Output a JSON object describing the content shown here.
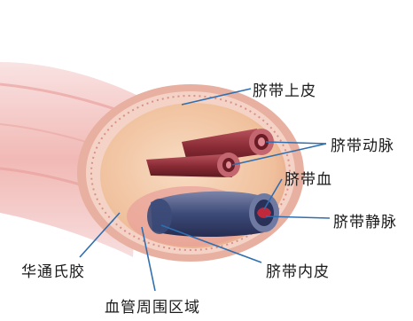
{
  "labels": {
    "epithelium": "脐带上皮",
    "arteries": "脐带动脉",
    "blood": "脐带血",
    "vein": "脐带静脉",
    "wharton": "华通氏胶",
    "endothelium": "脐带内皮",
    "perivascular": "血管周围区域"
  },
  "colors": {
    "leader_line": "#2f6fb0",
    "jelly": "#f2c9a8",
    "rim": "#e8b0a0",
    "artery": "#8a2b35",
    "vein": "#3c4a78",
    "blood": "#c0283c"
  }
}
